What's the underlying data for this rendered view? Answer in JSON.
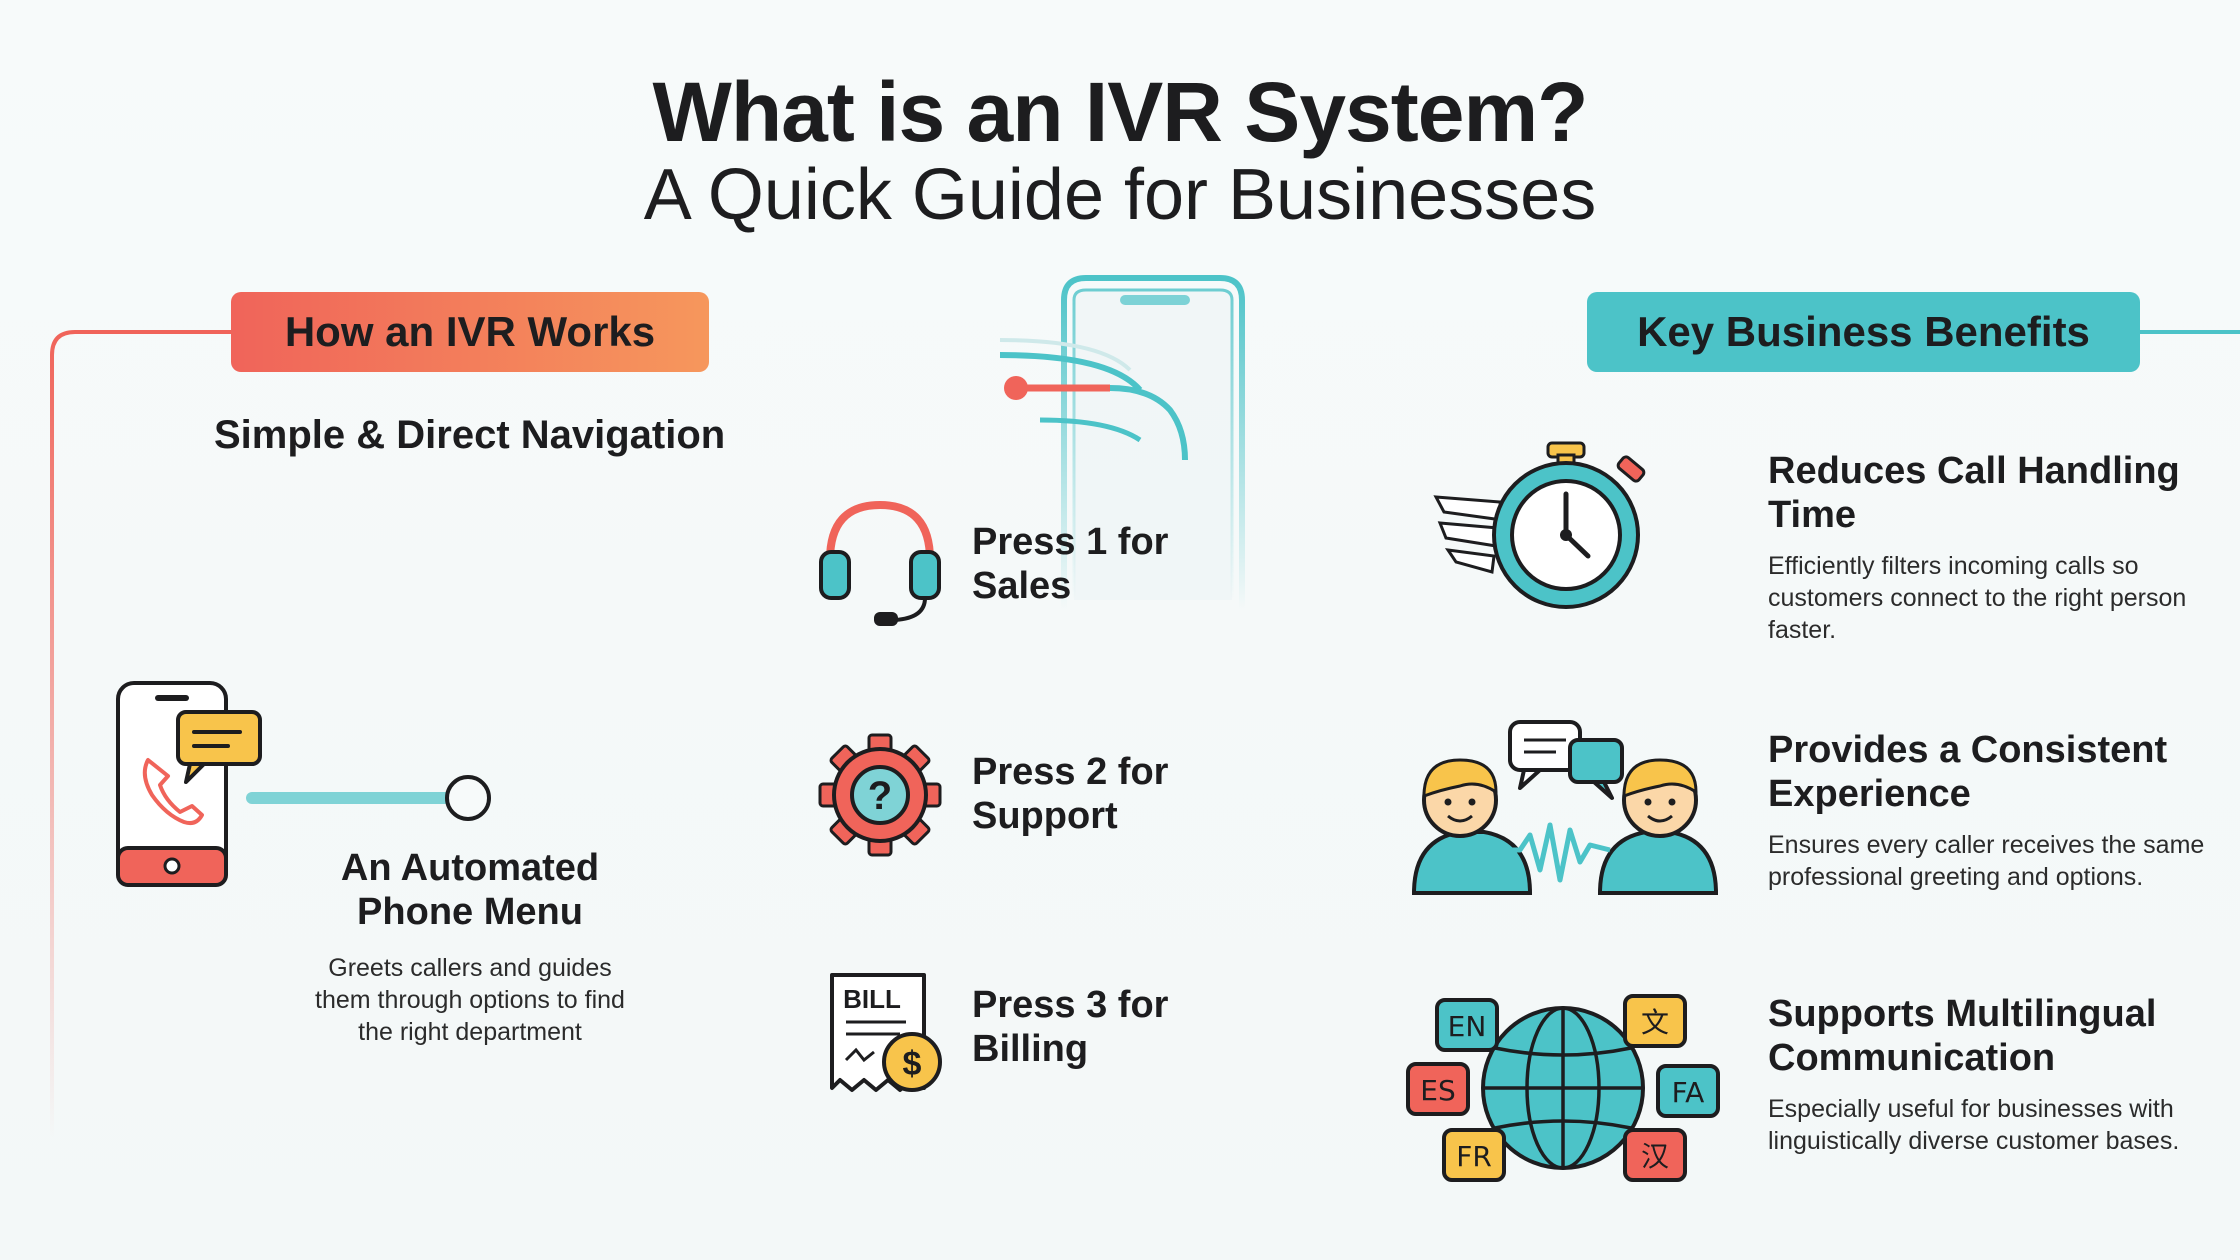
{
  "header": {
    "title": "What is an IVR System?",
    "subtitle": "A Quick Guide for Businesses"
  },
  "left_section": {
    "badge": "How an IVR Works",
    "subheading": "Simple & Direct Navigation",
    "menu": {
      "title": "An Automated Phone Menu",
      "description": "Greets callers and guides them through options to find the right department"
    }
  },
  "options": [
    {
      "label": "Press 1 for Sales",
      "icon": "headset-icon"
    },
    {
      "label": "Press 2 for Support",
      "icon": "gear-question-icon"
    },
    {
      "label": "Press 3 for Billing",
      "icon": "bill-icon",
      "icon_text": "BILL"
    }
  ],
  "right_section": {
    "badge": "Key Business Benefits",
    "benefits": [
      {
        "title": "Reduces Call Handling Time",
        "description": "Efficiently filters incoming calls so customers connect to the right person faster.",
        "icon": "stopwatch-icon"
      },
      {
        "title": "Provides a Consistent Experience",
        "description": "Ensures every caller receives the same professional greeting and options.",
        "icon": "people-conversation-icon"
      },
      {
        "title": "Supports Multilingual Communication",
        "description": "Especially useful for businesses with linguistically diverse customer bases.",
        "icon": "globe-languages-icon",
        "languages": [
          "EN",
          "文",
          "ES",
          "FA",
          "FR",
          "汉"
        ]
      }
    ]
  },
  "colors": {
    "coral": "#f0645a",
    "orange": "#f6975c",
    "teal": "#4cc3c8",
    "dark": "#1d1d1f",
    "yellow": "#f8c44b"
  }
}
